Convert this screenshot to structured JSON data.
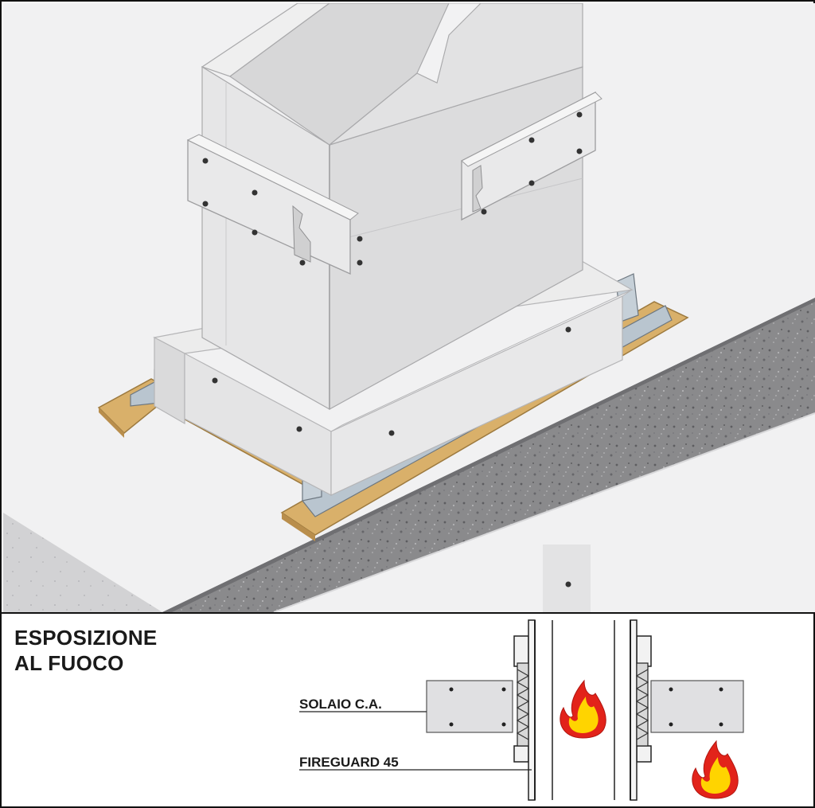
{
  "heading": {
    "line1": "ESPOSIZIONE",
    "line2": "AL FUOCO"
  },
  "labels": {
    "slab": "SOLAIO C.A.",
    "product": "FIREGUARD 45"
  },
  "icons": [
    "flame-icon",
    "flame-icon"
  ],
  "colors": {
    "concrete_floor": "#f1f1f2",
    "board": "#e6e5e3",
    "slab_edge": "#8e8e90",
    "wood_strip": "#d9b06a",
    "metal_angle": "#b9c5cf",
    "flame_outer": "#e2231a",
    "flame_inner": "#ffd400"
  }
}
